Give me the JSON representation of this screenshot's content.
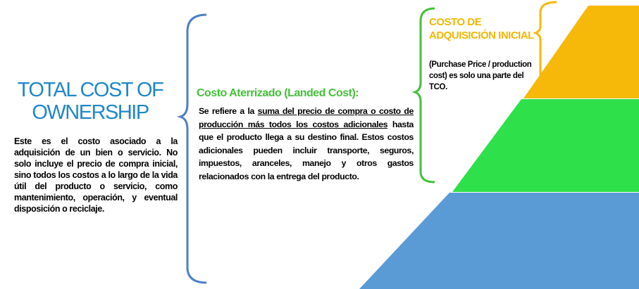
{
  "tco": {
    "title": "TOTAL COST OF OWNERSHIP",
    "description": "Este es el costo asociado a la adquisición de un bien o servicio. No solo incluye el precio de compra inicial, sino todos los costos a lo largo de la vida útil del producto o servicio, como mantenimiento, operación, y eventual disposición o reciclaje."
  },
  "landed": {
    "title": "Costo Aterrizado (Landed Cost):",
    "desc_intro": "Se refiere a la ",
    "desc_underlined": "suma del precio de compra o costo de producción más todos los costos adicionales",
    "desc_rest": " hasta que el producto llega a su destino final. Estos costos adicionales pueden incluir transporte, seguros, impuestos, aranceles, manejo y otros gastos relacionados con la entrega del producto."
  },
  "acquisition": {
    "title": "COSTO DE ADQUISICIÓN INICIAL",
    "description": "(Purchase Price / production cost) es solo una parte del TCO."
  },
  "colors": {
    "blue_title": "#1f87c9",
    "blue_bracket": "#4b7fc6",
    "green": "#44c13a",
    "green_band": "#2ee04a",
    "yellow": "#f2b700",
    "yellow_band": "#f6b90a",
    "blue_band": "#5b9bd5"
  }
}
